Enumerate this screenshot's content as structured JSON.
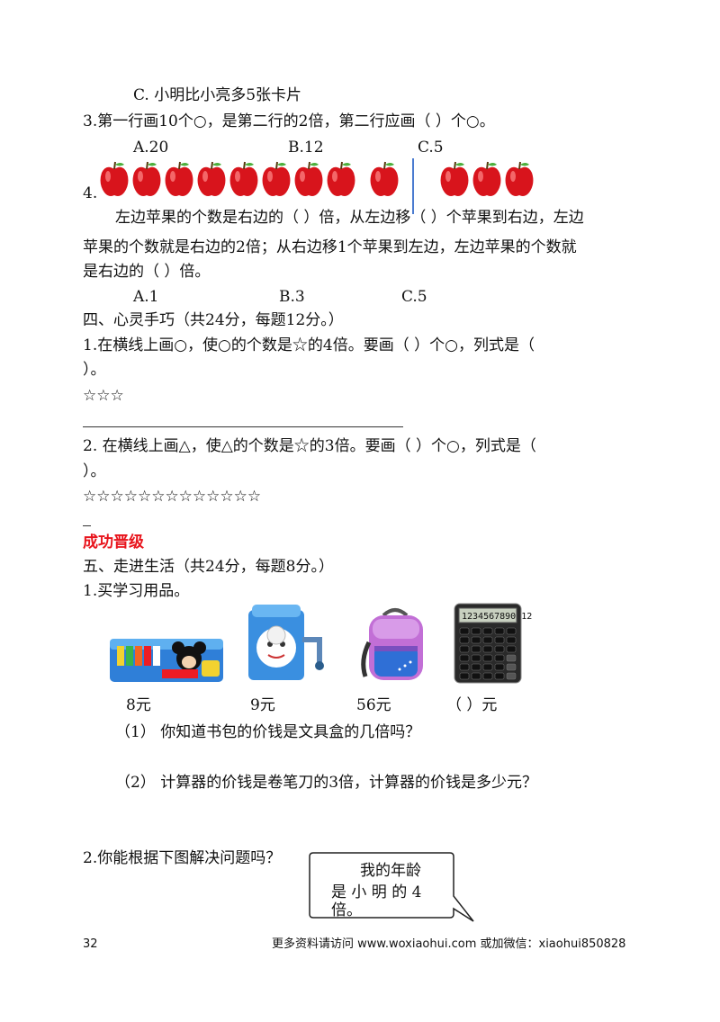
{
  "q3_options_prev": {
    "c": "C. 小明比小亮多5张卡片"
  },
  "q3": {
    "text": "3.第一行画10个○，是第二行的2倍，第二行应画（      ）个○。",
    "a": "A.20",
    "b": "B.12",
    "c": "C.5"
  },
  "q4": {
    "number": "4.",
    "line1": "左边苹果的个数是右边的（   ）倍，从左边移（   ）个苹果到右边，左边",
    "line2": "苹果的个数就是右边的2倍；从右边移1个苹果到左边，左边苹果的个数就",
    "line3": "是右边的（   ）倍。",
    "a": "A.1",
    "b": "B.3",
    "c": "C.5",
    "left_apples": 9,
    "right_apples": 3,
    "apple_color": "#d8141c"
  },
  "section4": {
    "title": "四、心灵手巧（共24分，每题12分。）",
    "q1_line1": "1.在横线上画○，使○的个数是☆的4倍。要画（      ）个○，列式是（",
    "q1_line2": "）。",
    "q1_stars": "☆☆☆",
    "q2_line1": "2. 在横线上画△，使△的个数是☆的3倍。要画（      ）个○，列式是（",
    "q2_line2": "）。",
    "q2_stars": "☆☆☆☆☆☆☆☆☆☆☆☆☆"
  },
  "banner": {
    "text": "成功晋级",
    "color": "#e8141c"
  },
  "section5": {
    "title": "五、走进生活（共24分，每题8分。）",
    "q1_title": "1.买学习用品。",
    "items": [
      {
        "icon": "pencil-case-icon",
        "price": "8元"
      },
      {
        "icon": "pencil-sharpener-icon",
        "price": "9元"
      },
      {
        "icon": "backpack-icon",
        "price": "56元"
      },
      {
        "icon": "calculator-icon",
        "price": "（      ）元"
      }
    ],
    "calc_display": "1234567890 12",
    "sub1": "（1）  你知道书包的价钱是文具盒的几倍吗？",
    "sub2": "（2）  计算器的价钱是卷笔刀的3倍，计算器的价钱是多少元？",
    "q2_title": "2.你能根据下图解决问题吗？",
    "bubble_line1": "我的年龄",
    "bubble_line2": "是 小 明 的 4",
    "bubble_line3": "倍。"
  },
  "footer": {
    "page": "32",
    "text": "更多资料请访问 www.woxiaohui.com   或加微信：xiaohui850828"
  }
}
